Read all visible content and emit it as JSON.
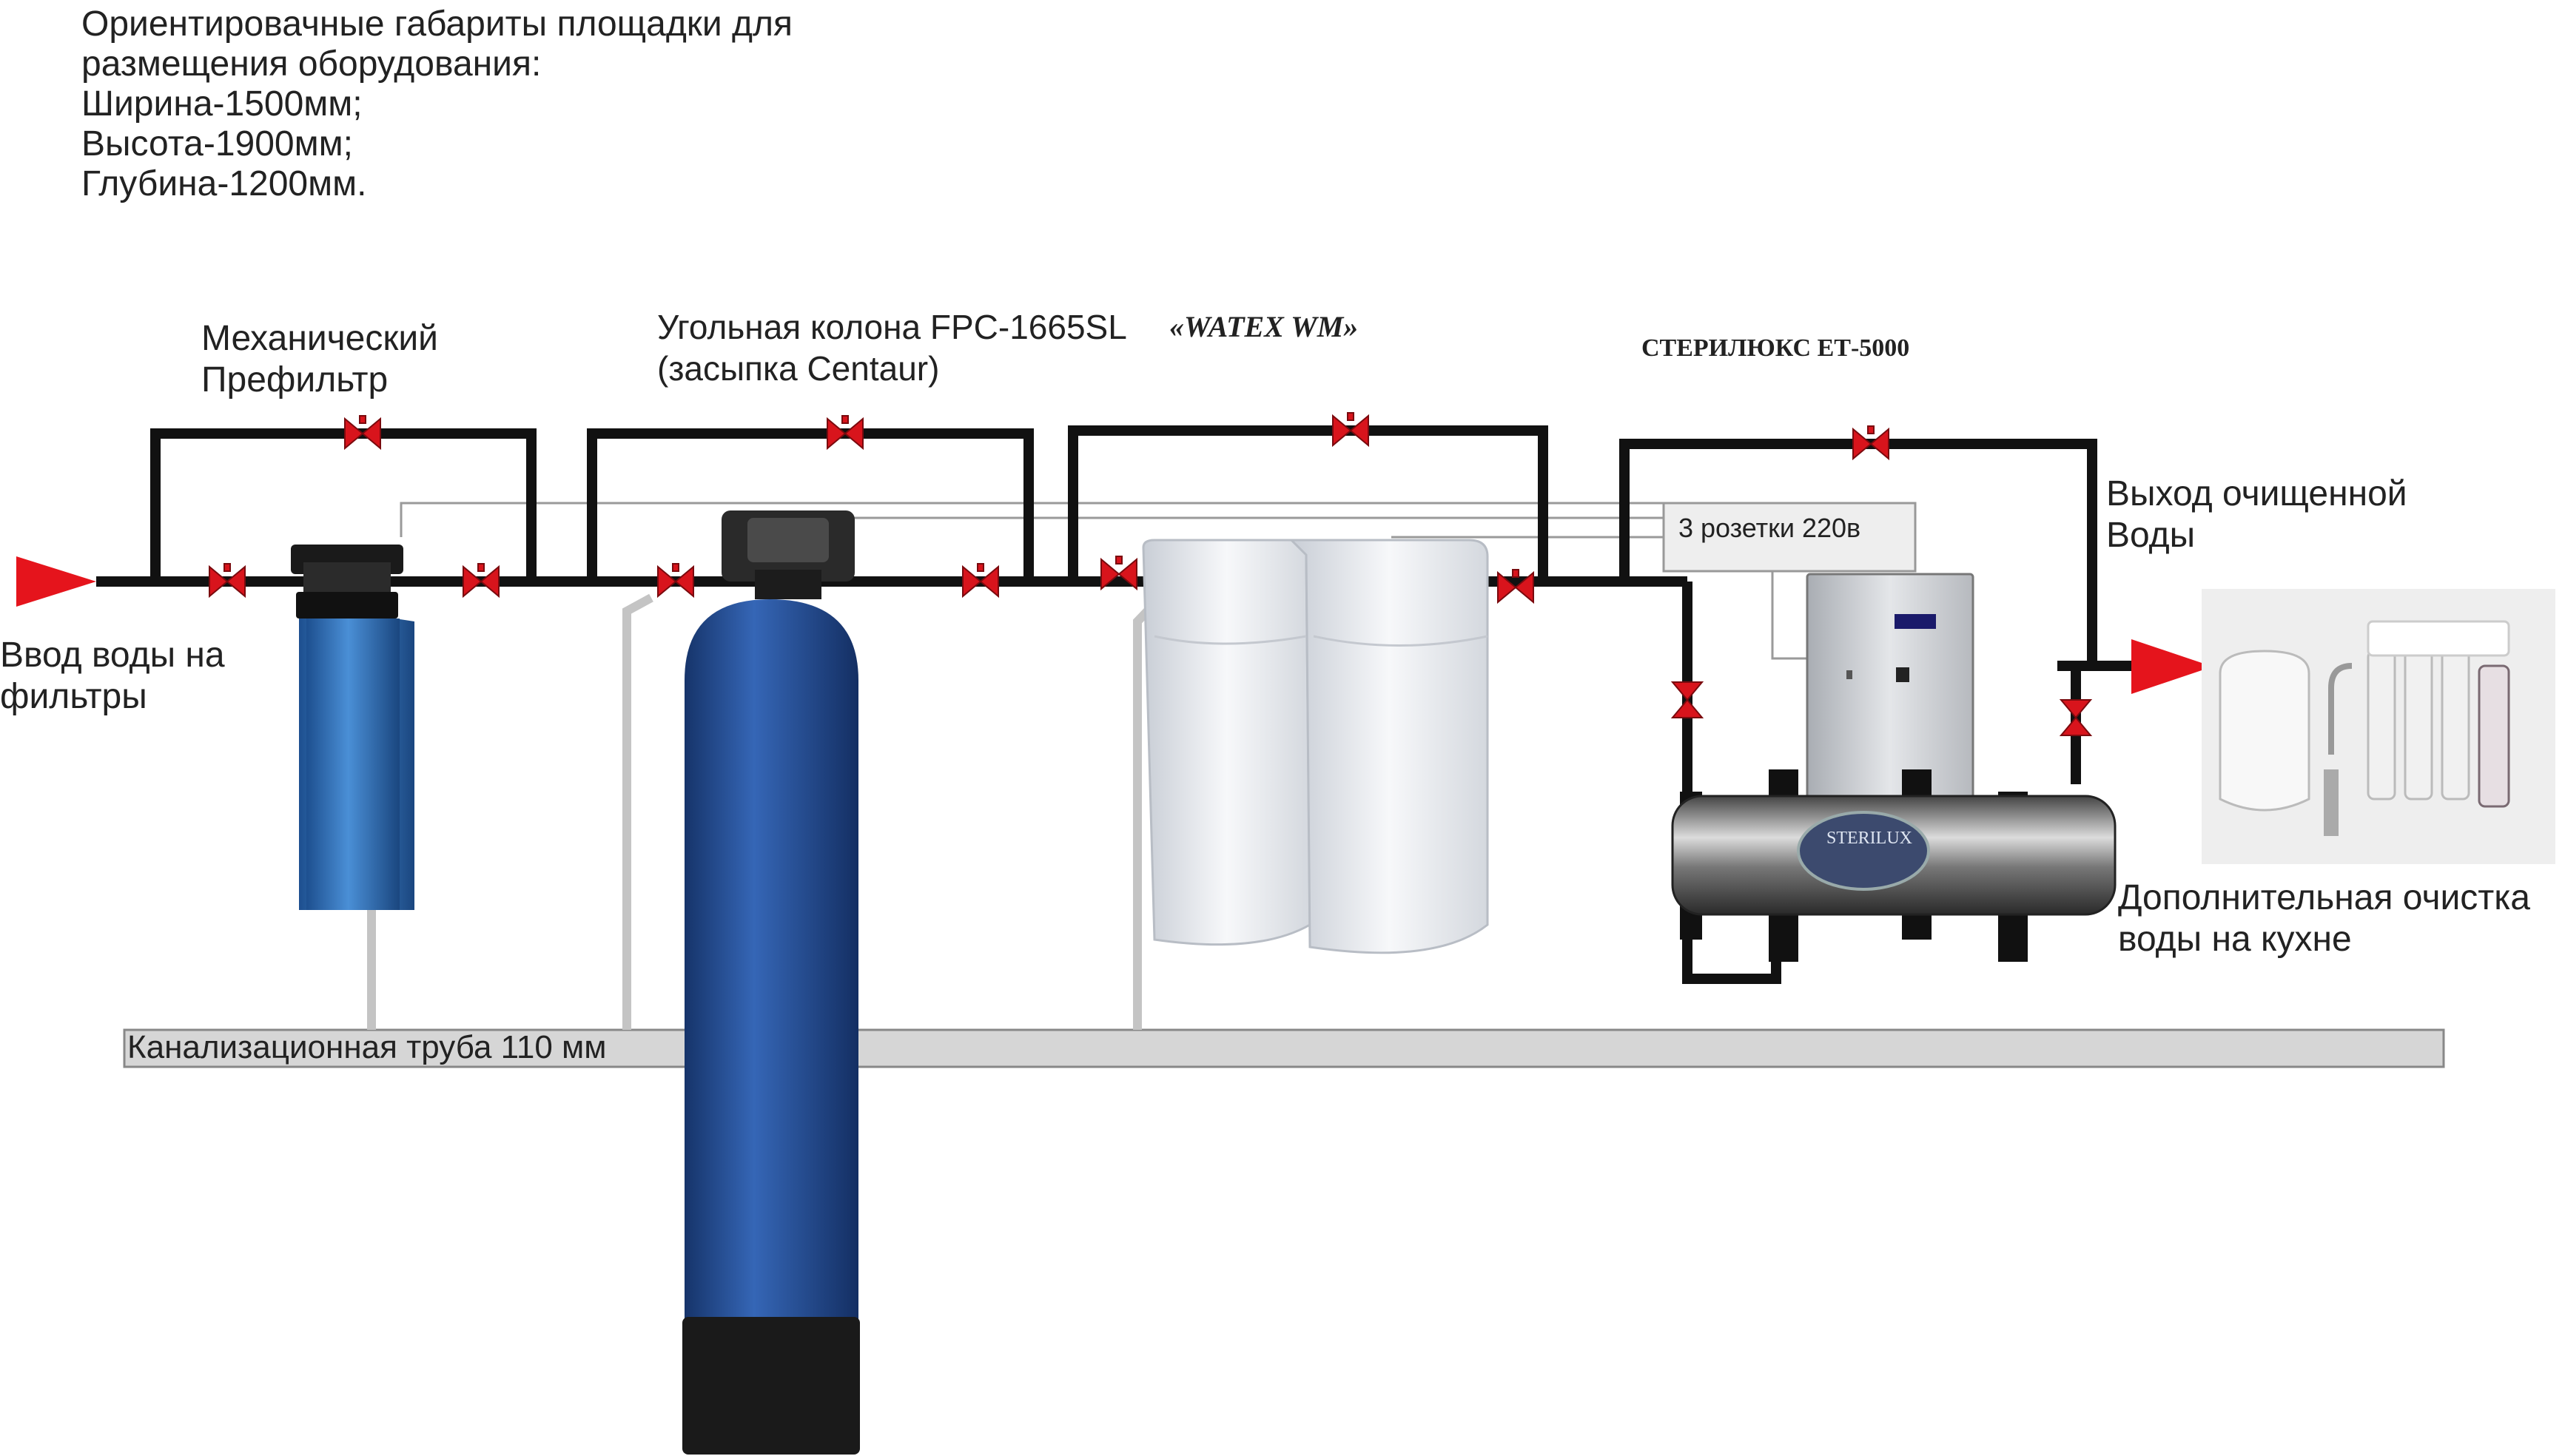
{
  "header_notes": [
    "Ориентировачные габариты площадки для",
    "размещения оборудования:",
    "Ширина-1500мм;",
    "Высота-1900мм;",
    "Глубина-1200мм."
  ],
  "labels": {
    "prefilter": [
      "Механический",
      "Префильтр"
    ],
    "carbon_column": [
      "Угольная колона FPC-1665SL",
      "(засыпка Centaur)"
    ],
    "softener": "«WATEX WM»",
    "uv_sterilizer": "СТЕРИЛЮКС ЕТ-5000",
    "outlet": [
      "Выход очищенной",
      "Воды"
    ],
    "sockets": "3 розетки 220в",
    "inlet": [
      "Ввод воды на",
      "фильтры"
    ],
    "sewer": "Канализационная труба 110 мм",
    "kitchen": [
      "Дополнительная очистка",
      "воды на кухне"
    ],
    "sterilux_logo": "STERILUX"
  },
  "colors": {
    "pipe": "#111111",
    "valve": "#d8141c",
    "arrow": "#e5141c",
    "drain": "#c4c4c4",
    "sewer_fill": "#d6d6d6",
    "filter_blue": "#2f6fb3",
    "tank_blue": "#234f96"
  }
}
